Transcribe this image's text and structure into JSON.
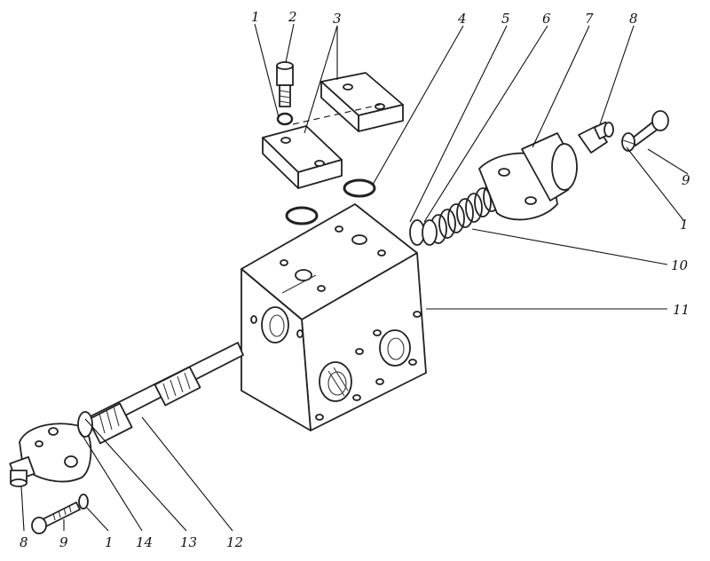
{
  "callouts": {
    "top": [
      "1",
      "2",
      "3",
      "4",
      "5",
      "6",
      "7",
      "8"
    ],
    "right": [
      "9",
      "1",
      "10",
      "11"
    ],
    "bottom": [
      "8",
      "9",
      "1",
      "14",
      "13",
      "12"
    ]
  },
  "colors": {
    "ink": "#222222",
    "paper": "#ffffff"
  }
}
